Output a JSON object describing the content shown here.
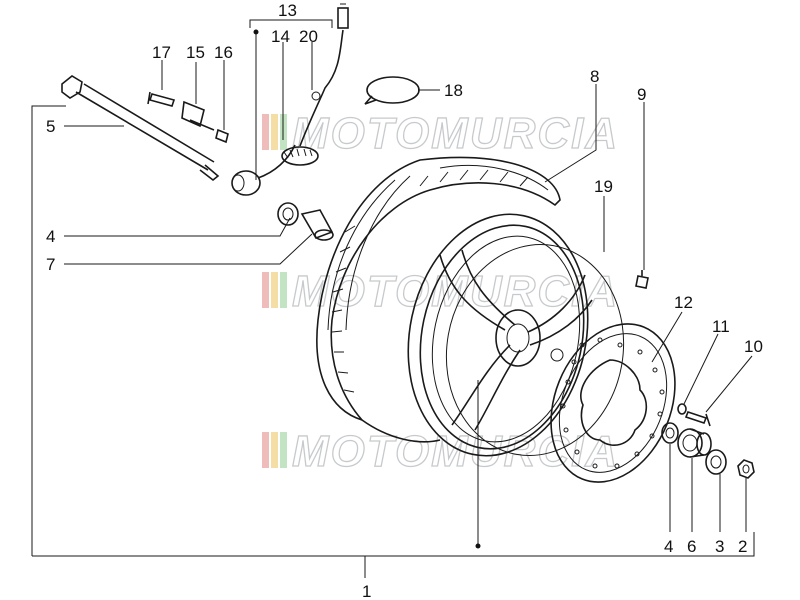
{
  "watermark": {
    "text": "MOTOMURCIA",
    "stripe_colors": [
      "#e8a0a0",
      "#f0d080",
      "#a8d8a8"
    ]
  },
  "callouts": {
    "c1": "1",
    "c2": "2",
    "c3": "3",
    "c4a": "4",
    "c4b": "4",
    "c5": "5",
    "c6": "6",
    "c7": "7",
    "c8": "8",
    "c9": "9",
    "c10": "10",
    "c11": "11",
    "c12": "12",
    "c13": "13",
    "c14": "14",
    "c15": "15",
    "c16": "16",
    "c17": "17",
    "c18": "18",
    "c19": "19",
    "c20": "20"
  }
}
